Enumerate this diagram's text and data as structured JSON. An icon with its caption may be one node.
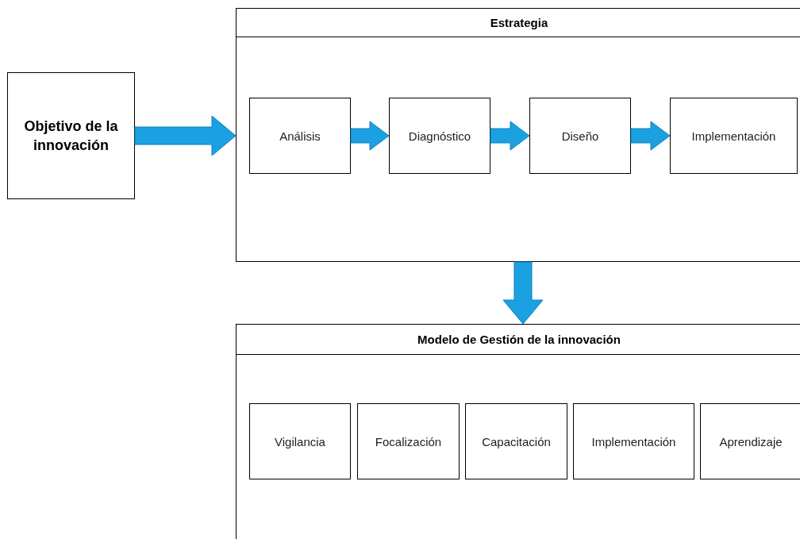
{
  "diagram": {
    "nodes": [
      {
        "text": [
          "Objetivo de la innovación"
        ]
      },
      {
        "text": [
          "Estrategia"
        ]
      },
      {
        "text": [
          "Análisis"
        ],
        "in": 1
      },
      {
        "text": [
          "Diagnóstico"
        ],
        "in": 1
      },
      {
        "text": [
          "Diseño"
        ],
        "in": 1
      },
      {
        "text": [
          "Implementación"
        ],
        "in": 1
      },
      {
        "text": [
          "Modelo de Gestión de la innovación"
        ]
      },
      {
        "text": [
          "Vigilancia"
        ],
        "in": 6
      },
      {
        "text": [
          "Focalización"
        ],
        "in": 6
      },
      {
        "text": [
          "Capacitación"
        ],
        "in": 6
      },
      {
        "text": [
          "Implementación"
        ],
        "in": 6
      },
      {
        "text": [
          "Aprendizaje"
        ],
        "in": 6
      }
    ],
    "edges": [
      {
        "from": 0,
        "to": 1,
        "arrow": "to"
      },
      {
        "from": 2,
        "to": 3,
        "arrow": "to"
      },
      {
        "from": 3,
        "to": 4,
        "arrow": "to"
      },
      {
        "from": 4,
        "to": 5,
        "arrow": "to"
      },
      {
        "from": 1,
        "to": 6,
        "arrow": "to"
      }
    ]
  }
}
